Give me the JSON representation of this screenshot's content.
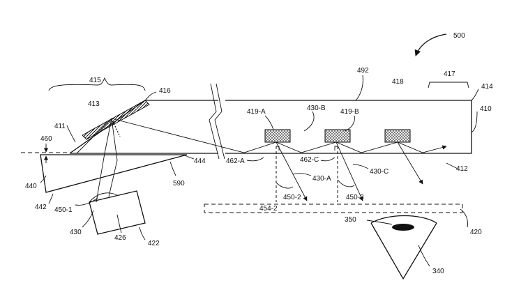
{
  "figure_number": "500",
  "labels": {
    "l410": "410",
    "l411": "411",
    "l412": "412",
    "l413": "413",
    "l414": "414",
    "l415": "415",
    "l416": "416",
    "l417": "417",
    "l418": "418",
    "l419a": "419-A",
    "l419b": "419-B",
    "l420": "420",
    "l422": "422",
    "l426": "426",
    "l430": "430",
    "l430a": "430-A",
    "l430b": "430-B",
    "l430c": "430-C",
    "l440": "440",
    "l442": "442",
    "l444": "444",
    "l450_1": "450-1",
    "l450_2": "450-2",
    "l450_3": "450-3",
    "l454_2": "454-2",
    "l460": "460",
    "l462a": "462-A",
    "l462c": "462-C",
    "l492": "492",
    "l590": "590",
    "l340": "340",
    "l350": "350"
  },
  "colors": {
    "line": "#111111",
    "background": "#ffffff",
    "pupil": "#111111"
  }
}
